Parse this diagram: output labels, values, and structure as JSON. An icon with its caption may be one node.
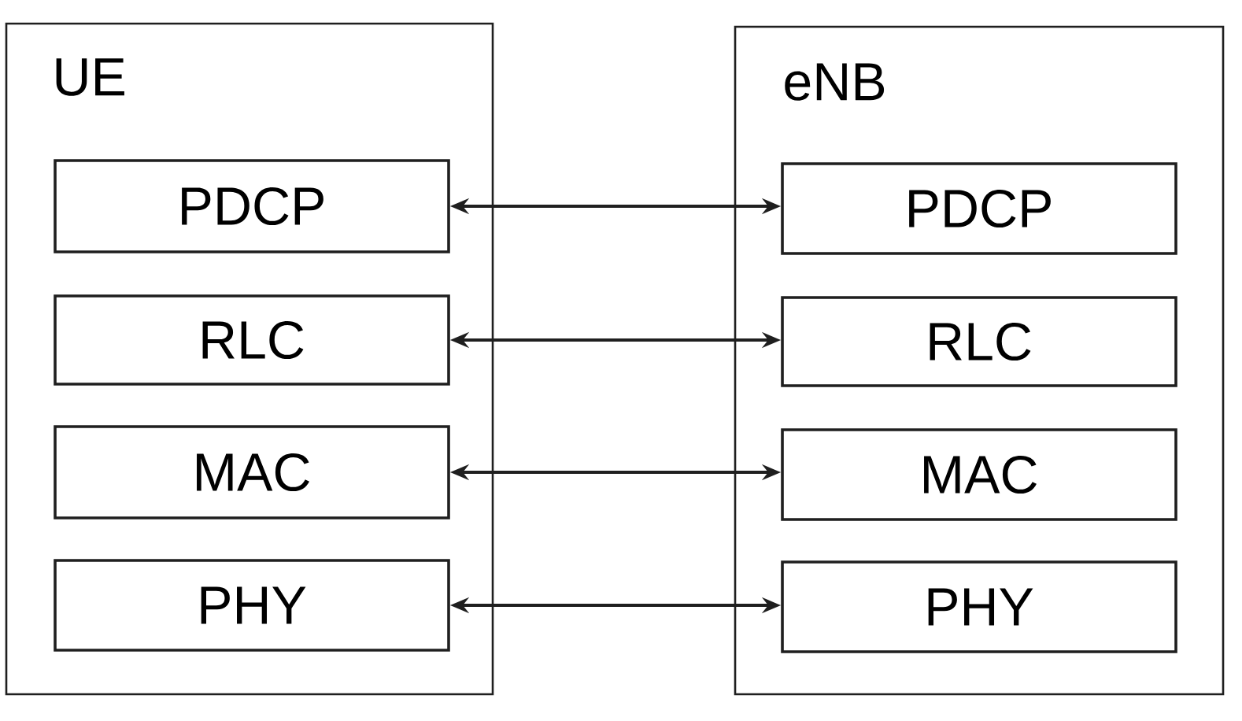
{
  "diagram": {
    "nodes": [
      {
        "text": [
          "UE"
        ]
      },
      {
        "text": [
          "PDCP"
        ],
        "in": 0
      },
      {
        "text": [
          "RLC"
        ],
        "in": 0
      },
      {
        "text": [
          "MAC"
        ],
        "in": 0
      },
      {
        "text": [
          "PHY"
        ],
        "in": 0
      },
      {
        "text": [
          "eNB"
        ]
      },
      {
        "text": [
          "PDCP"
        ],
        "in": 5
      },
      {
        "text": [
          "RLC"
        ],
        "in": 5
      },
      {
        "text": [
          "MAC"
        ],
        "in": 5
      },
      {
        "text": [
          "PHY"
        ],
        "in": 5
      }
    ],
    "edges": [
      {
        "from": 1,
        "to": 6,
        "arrow": "both"
      },
      {
        "from": 2,
        "to": 7,
        "arrow": "both"
      },
      {
        "from": 3,
        "to": 8,
        "arrow": "both"
      },
      {
        "from": 4,
        "to": 9,
        "arrow": "both"
      }
    ]
  }
}
